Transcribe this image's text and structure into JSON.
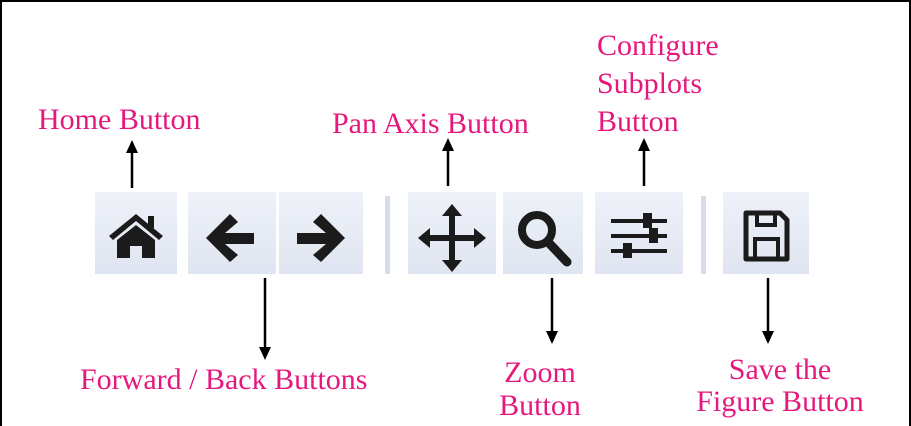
{
  "labels": {
    "home": "Home Button",
    "pan": "Pan Axis Button",
    "configure": [
      "Configure",
      "Subplots",
      "Button"
    ],
    "forward_back": "Forward / Back Buttons",
    "zoom": [
      "Zoom",
      "Button"
    ],
    "save": [
      "Save the",
      "Figure Button"
    ]
  },
  "toolbar": {
    "buttons": [
      {
        "name": "home",
        "icon": "home-icon"
      },
      {
        "name": "back",
        "icon": "arrow-left-icon"
      },
      {
        "name": "forward",
        "icon": "arrow-right-icon"
      },
      {
        "name": "pan",
        "icon": "move-arrows-icon"
      },
      {
        "name": "zoom",
        "icon": "magnifier-icon"
      },
      {
        "name": "configure-subplots",
        "icon": "sliders-icon"
      },
      {
        "name": "save",
        "icon": "floppy-disk-icon"
      }
    ]
  },
  "colors": {
    "label": "#e6187d",
    "icon": "#1b1b1b",
    "button_bg": "#e5eaf4",
    "separator": "#d7dceb"
  }
}
